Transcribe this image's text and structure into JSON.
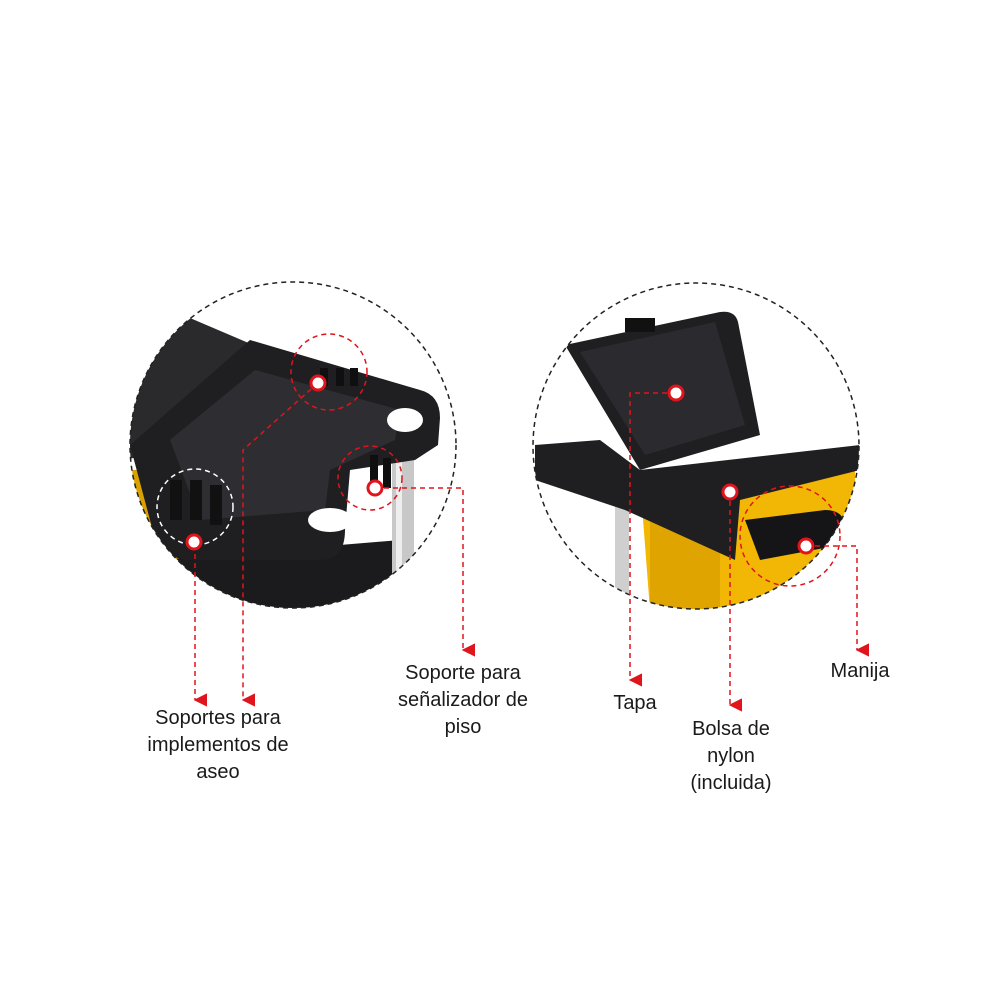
{
  "labels": {
    "utensils": "Soportes para\nimplementos de\naseo",
    "sign_holder": "Soporte para\nseñalizador de\npiso",
    "lid": "Tapa",
    "bag": "Bolsa de\nnylon\n(incluida)",
    "handle": "Manija"
  },
  "colors": {
    "accent": "#e0141c",
    "plastic": "#1f1f22",
    "bag": "#f2b705",
    "metal": "#c9c9c9",
    "dashed_circle": "#222222"
  }
}
